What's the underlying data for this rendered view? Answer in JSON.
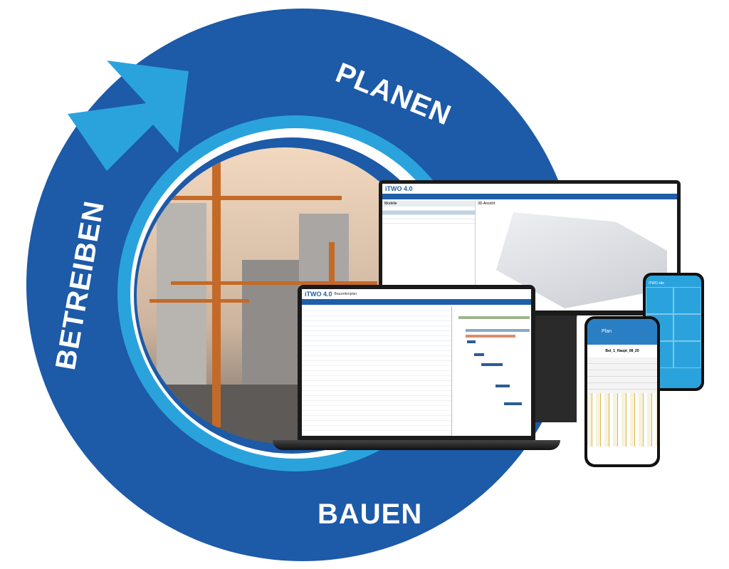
{
  "cycle": {
    "stages": [
      "PLANEN",
      "BAUEN",
      "BETREIBEN"
    ],
    "colors": {
      "ring": "#1d5aa8",
      "accent_ring": "#2aa3dd",
      "text": "#ffffff"
    }
  },
  "monitor": {
    "app_name": "iTWO 4.0",
    "panel_title": "Modelle",
    "viewer_title": "3D-Ansicht"
  },
  "laptop": {
    "app_name": "iTWO 4.0",
    "module": "Bauzeitenplan"
  },
  "phone_front": {
    "title": "Plan",
    "plan_id": "Bst_1_Haupt_08_20"
  },
  "phone_back": {
    "title": "iTWO site"
  }
}
